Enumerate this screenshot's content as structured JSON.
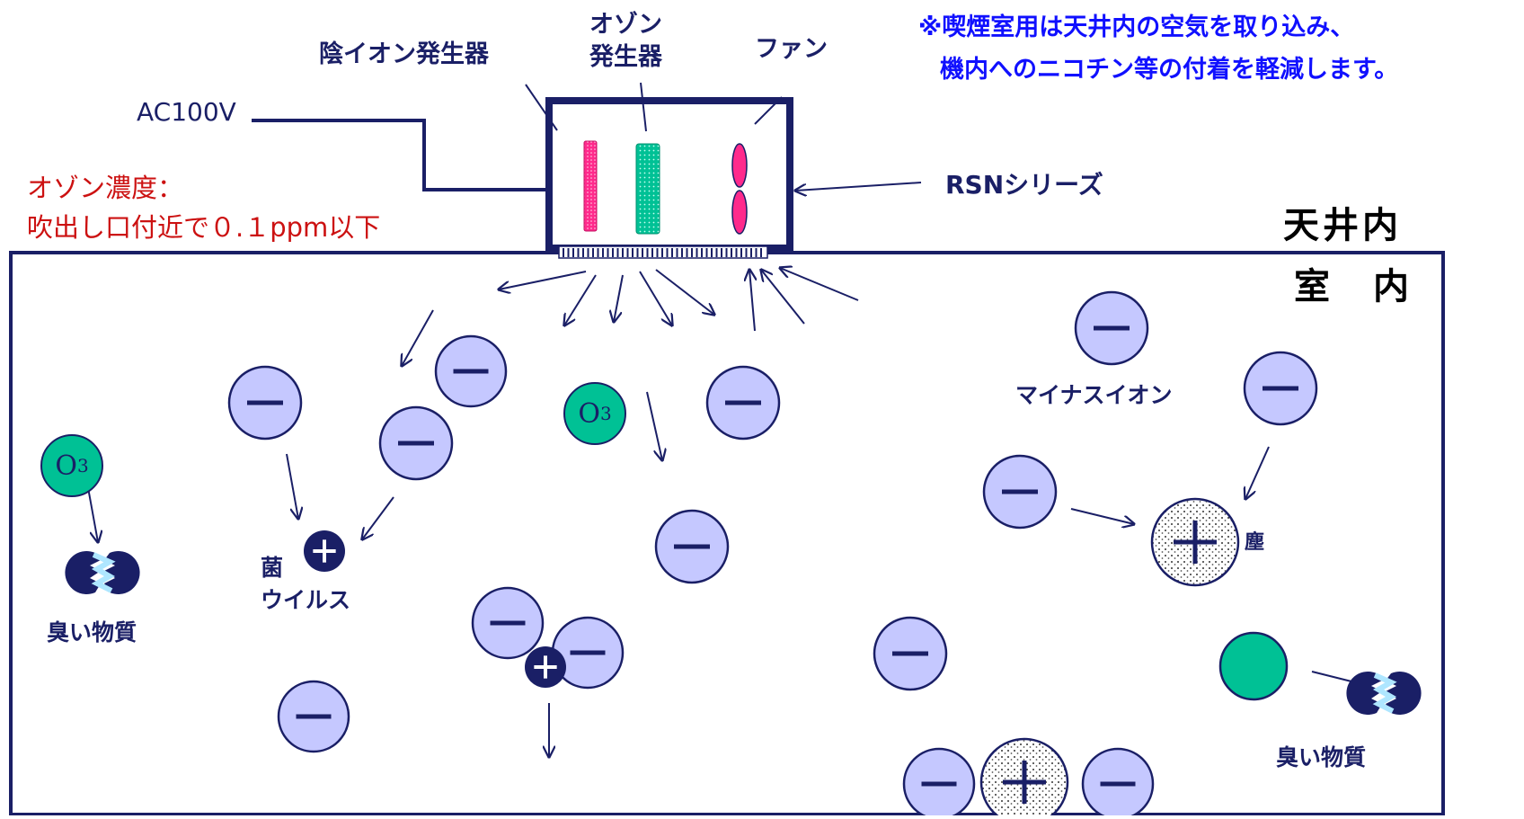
{
  "labels": {
    "anion_generator": "陰イオン発生器",
    "ozone_generator": "オゾン\n発生器",
    "fan": "ファン",
    "power": "AC100V",
    "product": "RSNシリーズ",
    "note_line1": "※喫煙室用は天井内の空気を取り込み、",
    "note_line2": "機内へのニコチン等の付着を軽減します。",
    "ozone_line1": "オゾン濃度：",
    "ozone_line2": "吹出し口付近で０.１ppm以下",
    "ceiling": "天井内",
    "room": "室　内",
    "minus_ion": "マイナスイオン",
    "bacteria_line1": "菌",
    "bacteria_line2": "ウイルス",
    "odor": "臭い物質",
    "dust": "塵",
    "o3_symbol": "O",
    "o3_subscript": "3"
  },
  "colors": {
    "navy": "#1a1f66",
    "ion_fill": "#c5c8ff",
    "ozone_green": "#00c195",
    "pink": "#ff2a8c",
    "note_blue": "#1010ff",
    "warning_red": "#cc1111"
  }
}
